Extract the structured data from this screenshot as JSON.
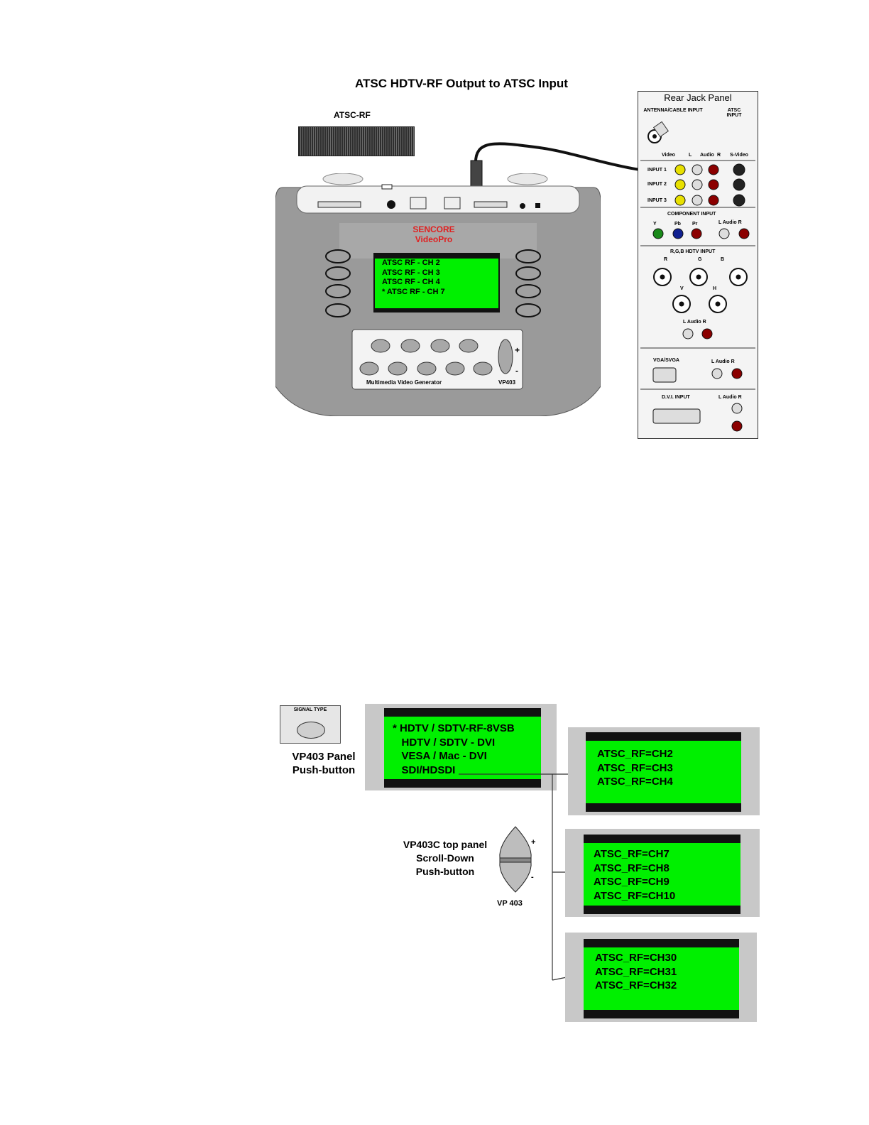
{
  "top": {
    "title": "ATSC  HDTV-RF Output to ATSC Input",
    "atsc_rf_label": "ATSC-RF",
    "brand": [
      "SENCORE",
      "VideoPro"
    ],
    "lcd_lines": [
      "ATSC RF - CH 2",
      "ATSC RF - CH 3",
      "ATSC RF - CH 4",
      "* ATSC RF - CH 7"
    ],
    "panel_label_left": "Multimedia Video Generator",
    "panel_label_right": "VP403",
    "plus": "+",
    "minus": "-"
  },
  "rear_panel": {
    "title": "Rear Jack Panel",
    "antenna": "ANTENNA/CABLE INPUT",
    "atsc_input": "ATSC INPUT",
    "col_video": "Video",
    "col_l": "L",
    "col_audio": "Audio",
    "col_r": "R",
    "col_svideo": "S-Video",
    "input1": "INPUT 1",
    "input2": "INPUT 2",
    "input3": "INPUT 3",
    "component": "COMPONENT INPUT",
    "comp_y": "Y",
    "comp_pb": "Pb",
    "comp_pr": "Pr",
    "comp_audio": "L  Audio R",
    "rgb": "R,G,B  HDTV INPUT",
    "rgb_r": "R",
    "rgb_g": "G",
    "rgb_b": "B",
    "rgb_v": "V",
    "rgb_h": "H",
    "rgb_audio": "L  Audio R",
    "vga": "VGA/SVGA",
    "vga_audio": "L  Audio R",
    "dvi": "D.V.I. INPUT",
    "dvi_audio": "L  Audio R"
  },
  "bottom": {
    "signal_type": "SIGNAL TYPE",
    "vp_panel": [
      "VP403 Panel",
      "Push-button"
    ],
    "menu_lines": [
      "* HDTV / SDTV-RF-8VSB",
      "   HDTV / SDTV - DVI",
      "   VESA / Mac - DVI",
      "   SDI/HDSDI"
    ],
    "box1": [
      "ATSC_RF=CH2",
      "ATSC_RF=CH3",
      "ATSC_RF=CH4"
    ],
    "box2": [
      "ATSC_RF=CH7",
      "ATSC_RF=CH8",
      "ATSC_RF=CH9",
      "ATSC_RF=CH10"
    ],
    "box3": [
      "ATSC_RF=CH30",
      "ATSC_RF=CH31",
      "ATSC_RF=CH32"
    ],
    "scroll": [
      "VP403C top panel",
      "Scroll-Down",
      "Push-button"
    ],
    "vp403": "VP 403",
    "plus": "+",
    "minus": "-"
  }
}
